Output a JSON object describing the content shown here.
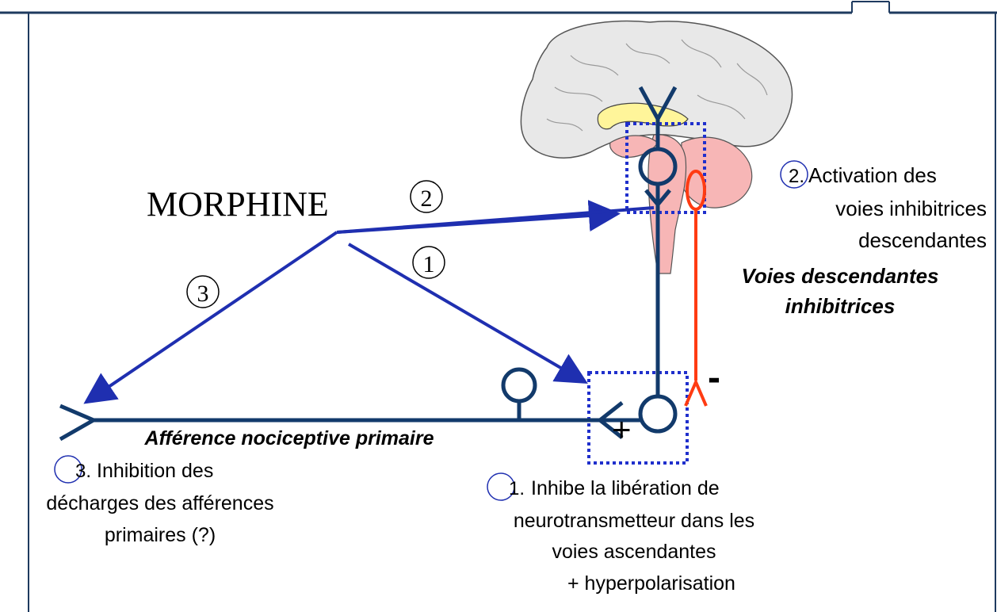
{
  "drug_label": "MORPHINE",
  "badges": {
    "b2_top": "2",
    "b1_mid": "1",
    "b3_left": "3",
    "b2_right": "2.",
    "b3_bottom": "3.",
    "b1_bottom": "1."
  },
  "labels": {
    "activation": [
      "Activation des",
      "voies inhibitrices",
      "descendantes"
    ],
    "voies_descendantes": [
      "Voies descendantes",
      "inhibitrices"
    ],
    "afference": "Afférence nociceptive primaire",
    "inhibition_left": [
      "Inhibition des",
      "décharges des afférences",
      "primaires (?)"
    ],
    "inhibe": [
      "Inhibe la libération de",
      "neurotransmetteur dans les",
      "voies ascendantes",
      "+ hyperpolarisation"
    ],
    "plus_sign": "+",
    "minus_sign": "-"
  },
  "colors": {
    "arrow_blue": "#1f2fb0",
    "neuron_navy": "#123a6b",
    "inhibitory_red": "#ff3b12",
    "dotted_box": "#1f2fcc",
    "brainstem_pink": "#f7b6b6",
    "cortex_gray": "#e8e8e8",
    "callosum_yellow": "#fff59a",
    "frame": "#1e3a5f"
  }
}
